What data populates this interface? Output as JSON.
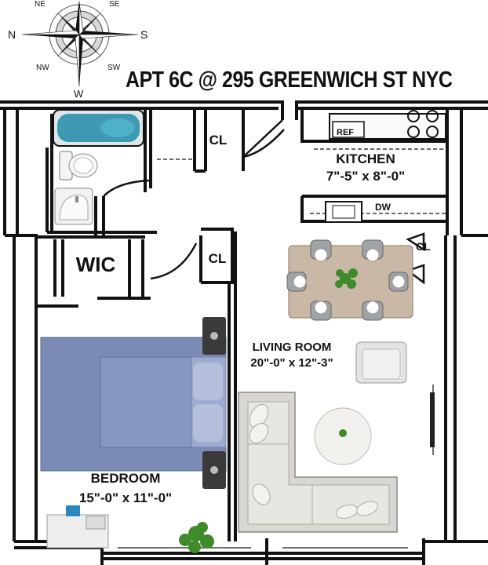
{
  "title": "APT 6C @ 295 GREENWICH ST  NYC",
  "compass": {
    "n": "N",
    "ne": "NE",
    "se": "SE",
    "s": "S",
    "sw": "SW",
    "w": "W",
    "nw": "NW",
    "icon": "compass-rose-icon"
  },
  "rooms": {
    "kitchen": {
      "name": "KITCHEN",
      "dims": "7\"-5\" x 8\"-0\""
    },
    "living": {
      "name": "LIVING ROOM",
      "dims": "20\"-0\" x 12\"-3\""
    },
    "bedroom": {
      "name": "BEDROOM",
      "dims": "15\"-0\" x 11\"-0\""
    }
  },
  "labels": {
    "wic": "WIC",
    "closet_top": "CL",
    "closet_mid": "CL",
    "closet_dining": "CL",
    "ref": "REF",
    "dw": "DW"
  },
  "colors": {
    "tub": "#3e9ab3",
    "bed": "#7b8bb4",
    "sofa": "#d9d7d2",
    "table": "#c9b8a6",
    "plant": "#3f8a2a",
    "wall": "#111111"
  }
}
